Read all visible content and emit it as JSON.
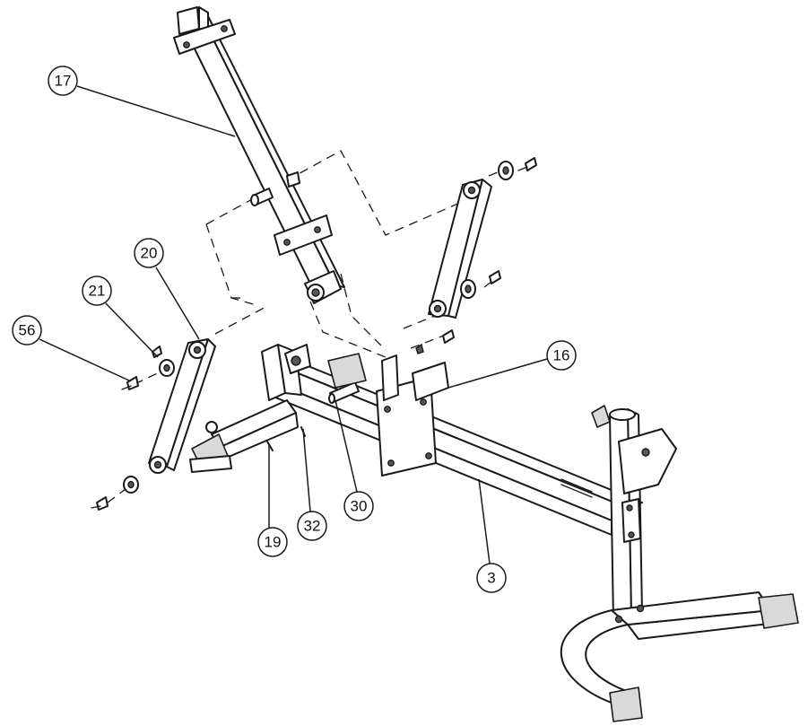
{
  "diagram": {
    "callouts": {
      "part_17": "17",
      "part_20": "20",
      "part_21": "21",
      "part_56": "56",
      "part_16": "16",
      "part_19": "19",
      "part_32": "32",
      "part_30": "30",
      "part_3": "3"
    },
    "colors": {
      "line": "#1a1a1a",
      "fill": "#ffffff",
      "shade": "#d9d9d9",
      "dark": "#555555"
    }
  }
}
